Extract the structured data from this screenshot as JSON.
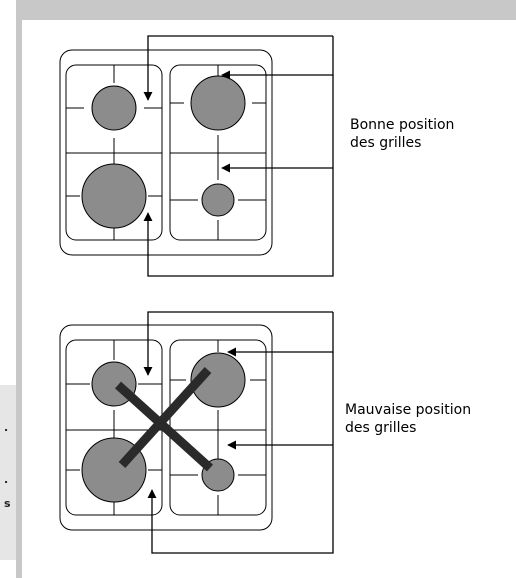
{
  "captions": {
    "good_line1": "Bonne position",
    "good_line2": "des grilles",
    "bad_line1": "Mauvaise position",
    "bad_line2": "des grilles"
  },
  "margin_fragments": [
    ".",
    ".",
    "s"
  ],
  "colors": {
    "burner_fill": "#8c8c8c",
    "stroke": "#000000",
    "page_band": "#c8c8c8",
    "margin_band": "#e6e6e6",
    "cross": "#2a2a2a"
  },
  "icons": {
    "wrong_mark": "cross-mark-icon",
    "arrow": "arrow-icon"
  }
}
